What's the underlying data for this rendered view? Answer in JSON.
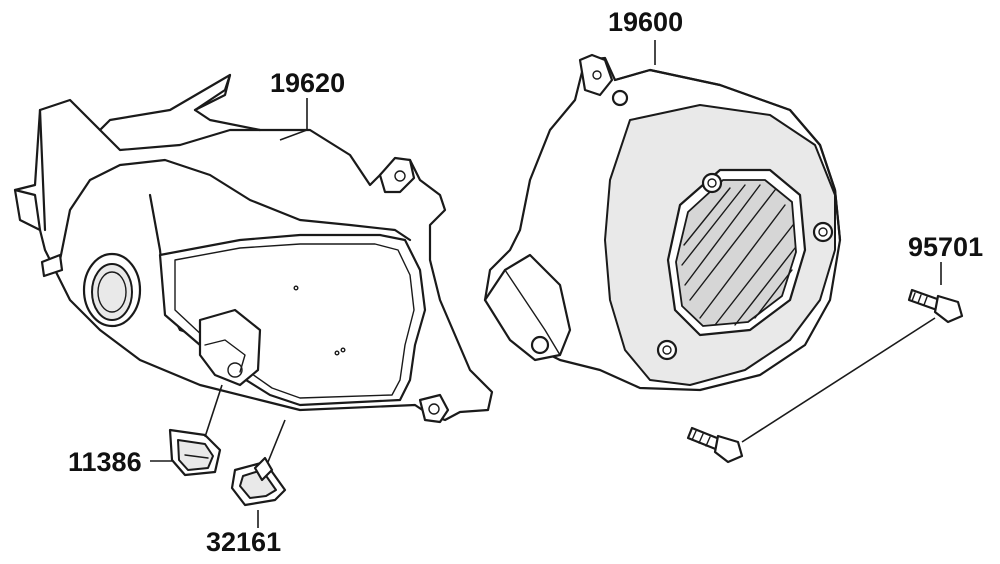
{
  "parts": [
    {
      "id": "cover",
      "number": "19620"
    },
    {
      "id": "shroud",
      "number": "19600"
    },
    {
      "id": "bolt",
      "number": "95701"
    },
    {
      "id": "clip",
      "number": "11386"
    },
    {
      "id": "grommet",
      "number": "32161"
    }
  ]
}
